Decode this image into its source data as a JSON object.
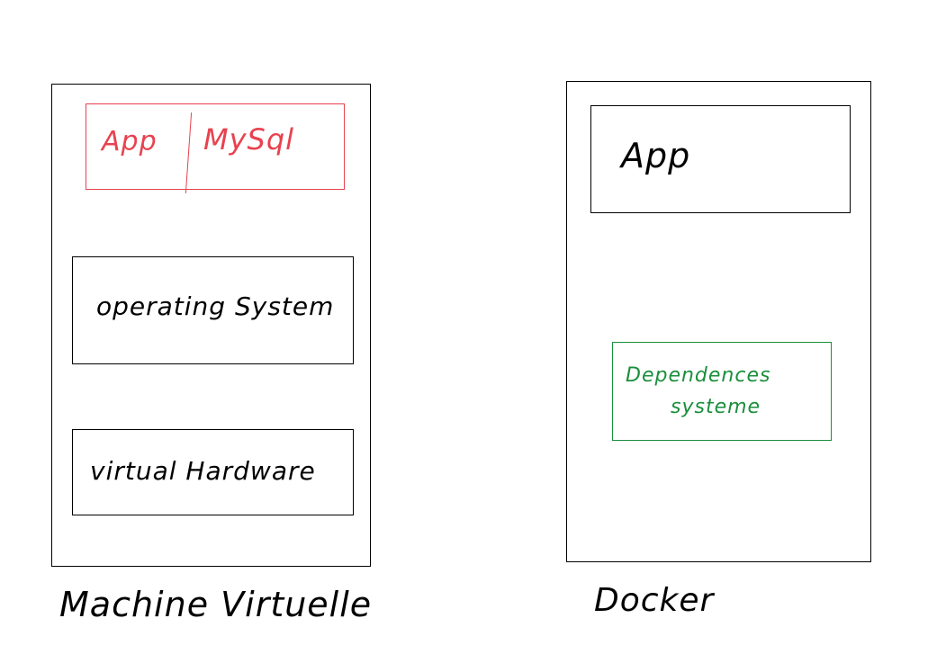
{
  "colors": {
    "stroke": "#000000",
    "vm_app_box": "#e8424f",
    "docker_deps_box": "#1a8f3c"
  },
  "vm": {
    "title": "Machine Virtuelle",
    "app_label": "App",
    "mysql_label": "MySql",
    "os_label": "operating System",
    "hardware_label": "virtual Hardware"
  },
  "docker": {
    "title": "Docker",
    "app_label": "App",
    "deps_line1": "Dependences",
    "deps_line2": "systeme"
  }
}
